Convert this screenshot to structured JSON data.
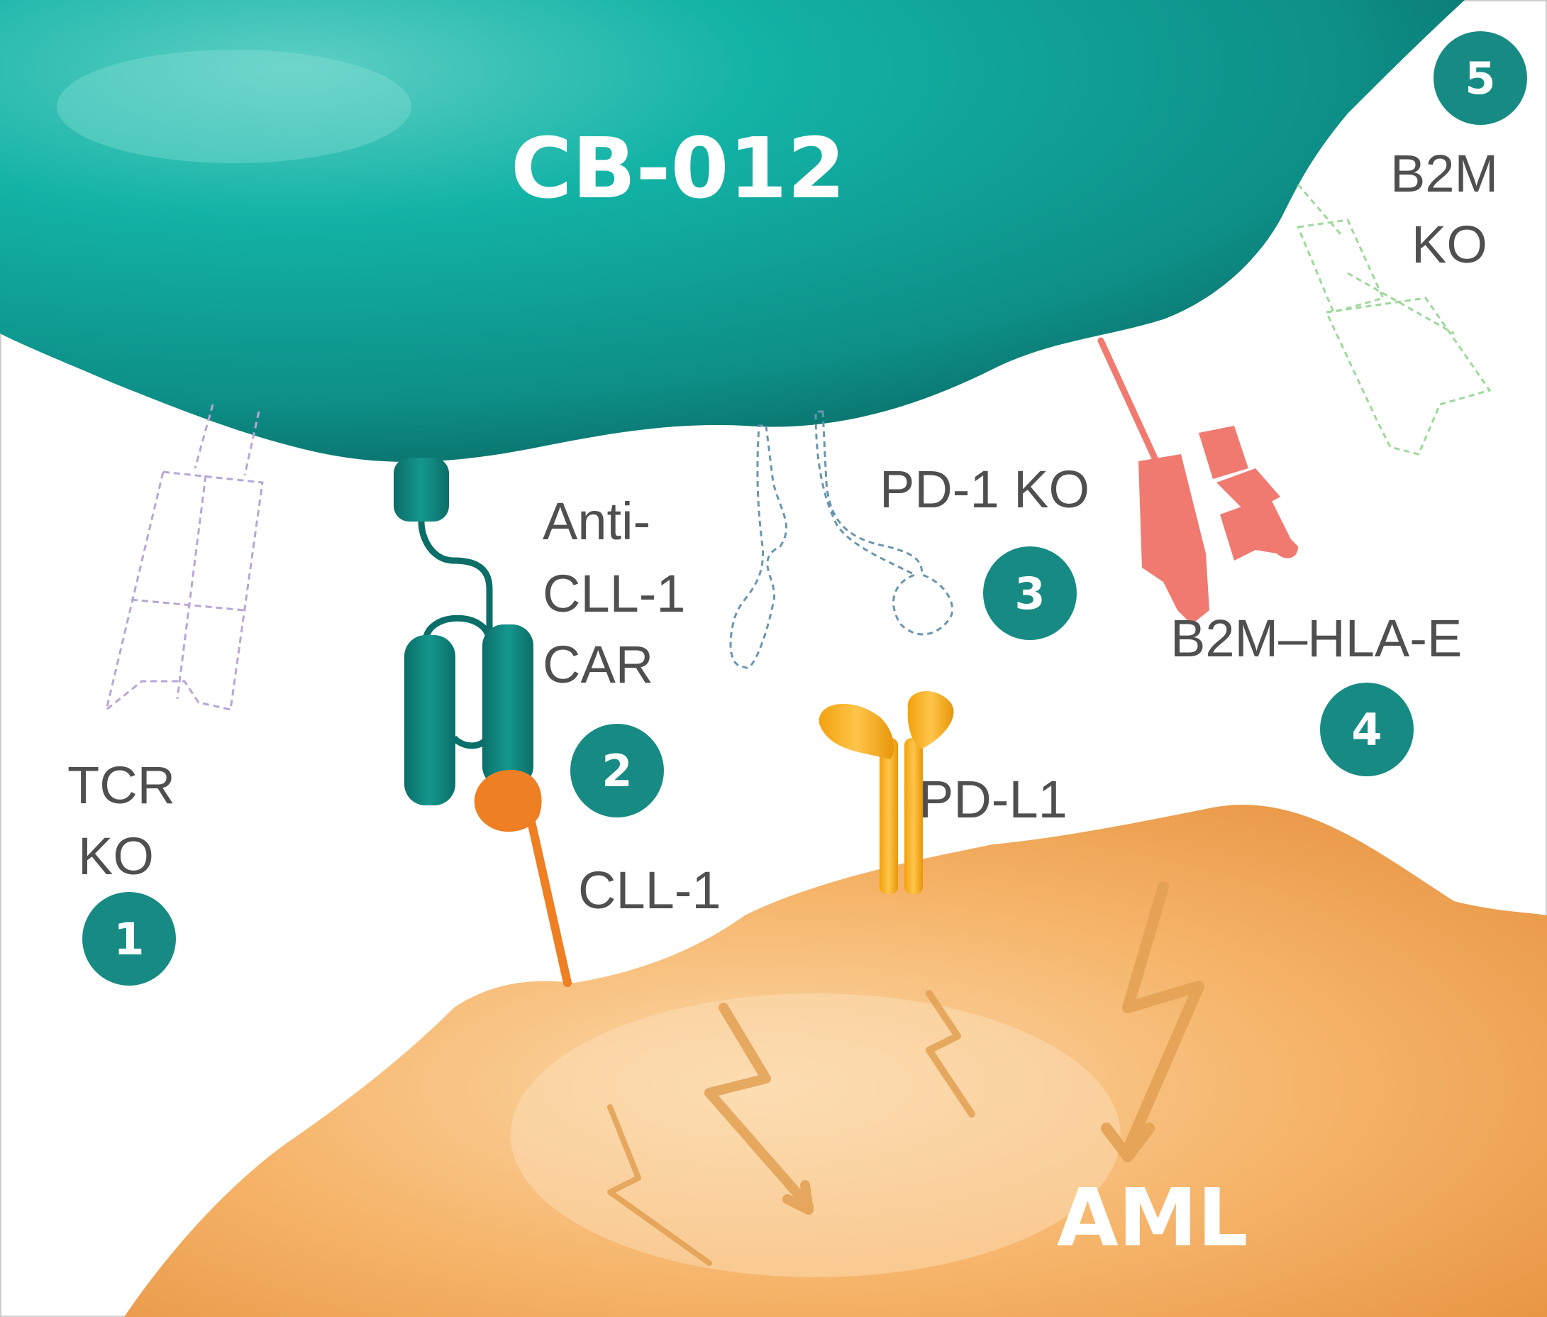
{
  "cells": {
    "top": "CB-012",
    "bottom": "AML"
  },
  "labels": {
    "tcr_line1": "TCR",
    "tcr_line2": "KO",
    "car_line1": "Anti-",
    "car_line2": "CLL-1",
    "car_line3": "CAR",
    "cll1": "CLL-1",
    "pd1": "PD-1 KO",
    "pdl1": "PD-L1",
    "b2m_hla": "B2M–HLA-E",
    "b2m_line1": "B2M",
    "b2m_line2": "KO"
  },
  "badges": [
    "1",
    "2",
    "3",
    "4",
    "5"
  ],
  "colors": {
    "teal": "#0f8a82",
    "teal_dark": "#0b6e68",
    "badge": "#178a84",
    "orange": "#f0a04b",
    "orange_receptor": "#ee7f22",
    "pdl1_yellow": "#f5a91d",
    "hla_red": "#f07a70",
    "tcr_purple": "#b8a6d6",
    "pd1_blue": "#6a95b0",
    "b2m_green": "#9ed89a"
  }
}
